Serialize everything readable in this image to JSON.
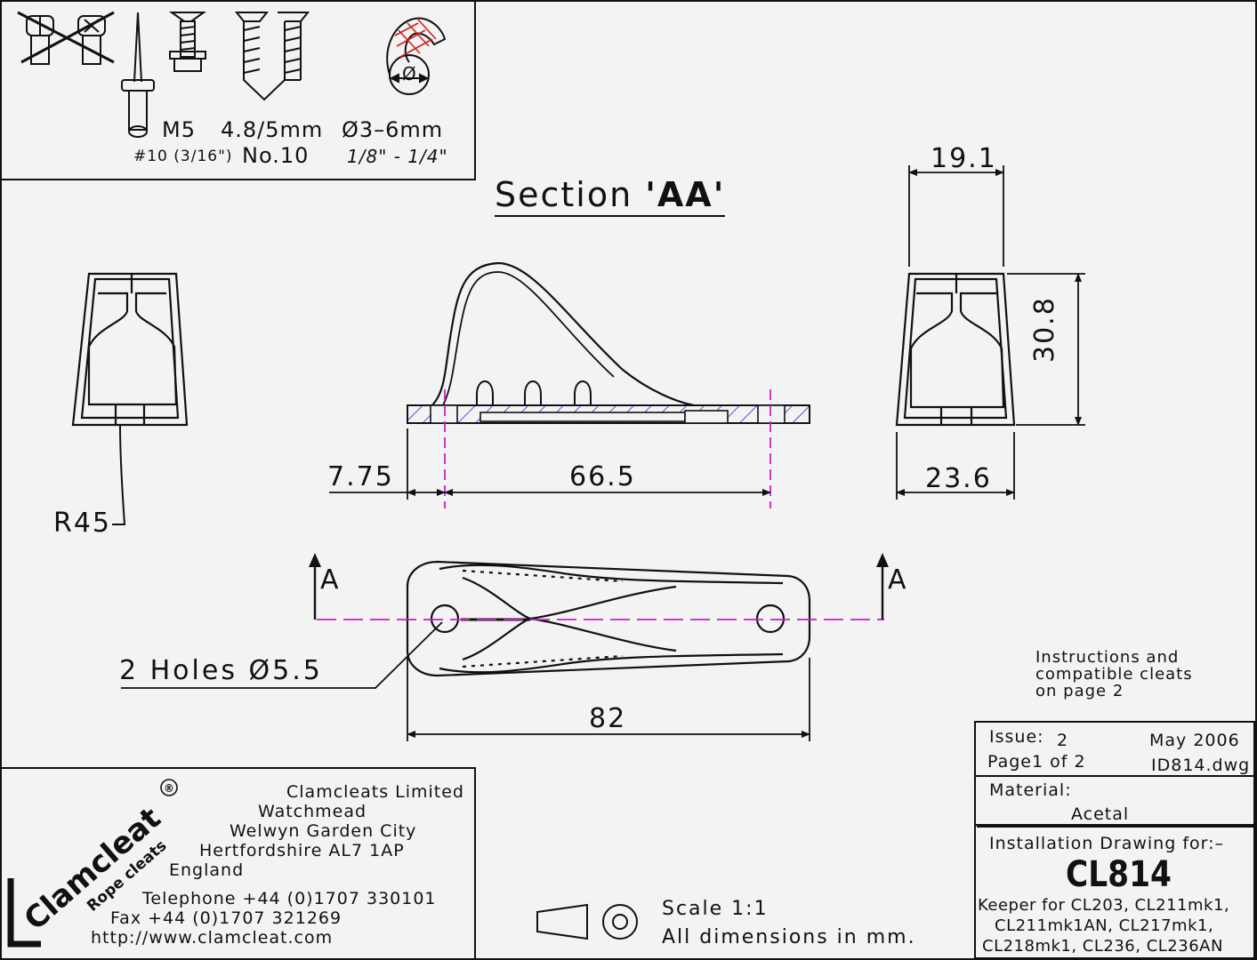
{
  "fastener_box": {
    "labels": {
      "m5": "M5",
      "screw_size": "4.8/5mm",
      "rope_dia": "Ø3–6mm",
      "rivet_size": "#10 (3/16\")",
      "screw_no": "No.10",
      "rope_dia_in": "1/8\" - 1/4\""
    },
    "rope_symbol": "Ø"
  },
  "section_title": {
    "prefix": "Section ",
    "id": "'AA'"
  },
  "dimensions": {
    "top_width": "19.1",
    "height": "30.8",
    "base_width": "23.6",
    "radius": "R45",
    "offset": "7.75",
    "hole_spacing": "66.5",
    "overall_length": "82",
    "holes": "2 Holes Ø5.5",
    "section_marker_left": "A",
    "section_marker_right": "A"
  },
  "note": {
    "line1": "Instructions and",
    "line2": "compatible cleats",
    "line3": "on page 2"
  },
  "title_block": {
    "issue_label": "Issue:",
    "issue_value": "2",
    "date": "May 2006",
    "page": "Page1 of 2",
    "file": "ID814.dwg",
    "material_label": "Material:",
    "material_value": "Acetal",
    "install_label": "Installation Drawing for:–",
    "part_number": "CL814",
    "compat1": "Keeper for CL203, CL211mk1,",
    "compat2": "CL211mk1AN, CL217mk1,",
    "compat3": "CL218mk1, CL236, CL236AN"
  },
  "company": {
    "logo_name": "Clamcleat",
    "logo_tag": "Rope cleats",
    "logo_mark": "®",
    "name": "Clamcleats Limited",
    "addr1": "Watchmead",
    "addr2": "Welwyn Garden City",
    "addr3": "Hertfordshire AL7 1AP",
    "addr4": "England",
    "phone": "Telephone +44 (0)1707 330101",
    "fax": "Fax +44 (0)1707 321269",
    "web": "http://www.clamcleat.com"
  },
  "scale": {
    "label": "Scale 1:1",
    "units": "All dimensions in mm."
  },
  "colors": {
    "line": "#111111",
    "centerline": "#d01ad0",
    "hatch": "#2b2bd6",
    "rope_red": "#cc2222",
    "background": "#f3f3f3"
  }
}
